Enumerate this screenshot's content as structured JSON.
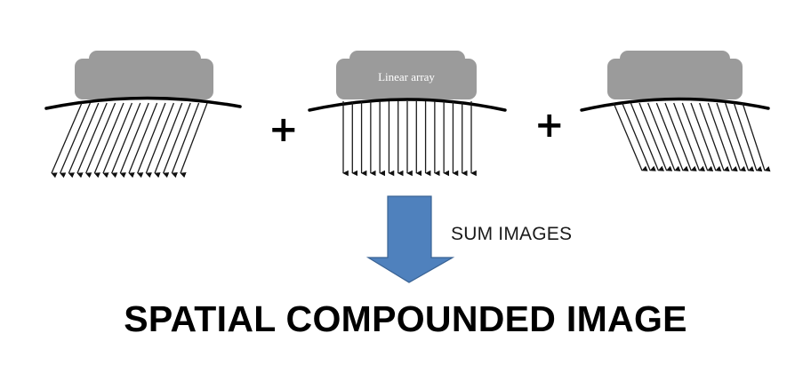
{
  "diagram": {
    "title": "SPATIAL COMPOUNDED IMAGE",
    "operation_label": "SUM IMAGES",
    "plus_symbol": "+",
    "probes": [
      {
        "id": "left-steered",
        "label": "",
        "beam_direction": "steered-left",
        "beam_count": 16
      },
      {
        "id": "center",
        "label": "Linear array",
        "beam_direction": "straight-down",
        "beam_count": 15
      },
      {
        "id": "right-steered",
        "label": "",
        "beam_direction": "steered-right",
        "beam_count": 16
      }
    ],
    "colors": {
      "probe_fill": "#9b9b9b",
      "skin_line": "#000000",
      "beam_line": "#1a1a1a",
      "arrow_fill": "#4f81bd",
      "arrow_stroke": "#3a6394",
      "text": "#000000"
    }
  }
}
